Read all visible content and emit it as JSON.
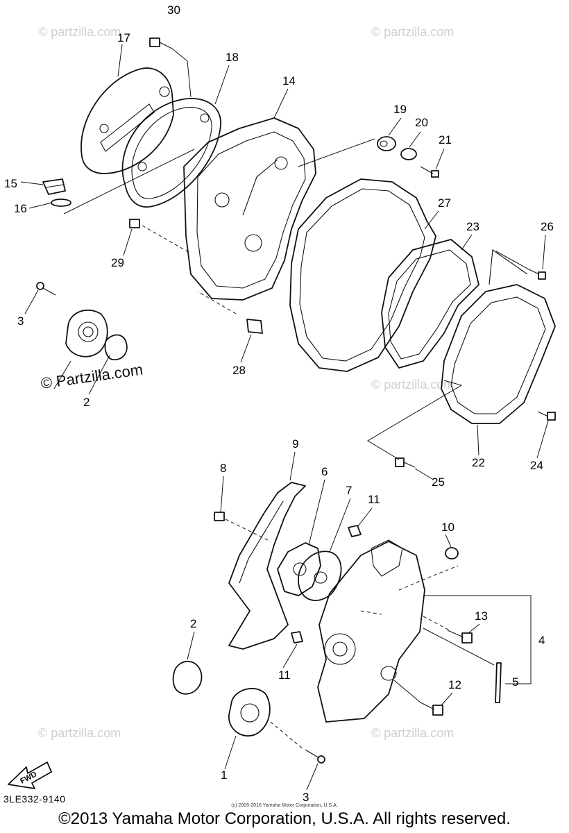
{
  "watermarks": {
    "brand": "© Partzilla.com",
    "brand_lower": "© partzilla.com"
  },
  "callouts": [
    "1",
    "2",
    "3",
    "4",
    "5",
    "6",
    "7",
    "8",
    "9",
    "10",
    "11",
    "12",
    "13",
    "14",
    "15",
    "16",
    "17",
    "18",
    "19",
    "20",
    "21",
    "22",
    "23",
    "24",
    "25",
    "26",
    "27",
    "28",
    "29",
    "30"
  ],
  "fwd_label": "FWD",
  "footer": {
    "ref_code": "3LE332-9140",
    "small_notice": "(c) 2005-2016 Yamaha Motor Corporation, U.S.A.",
    "copyright": "©2013 Yamaha Motor Corporation, U.S.A. All rights reserved."
  }
}
